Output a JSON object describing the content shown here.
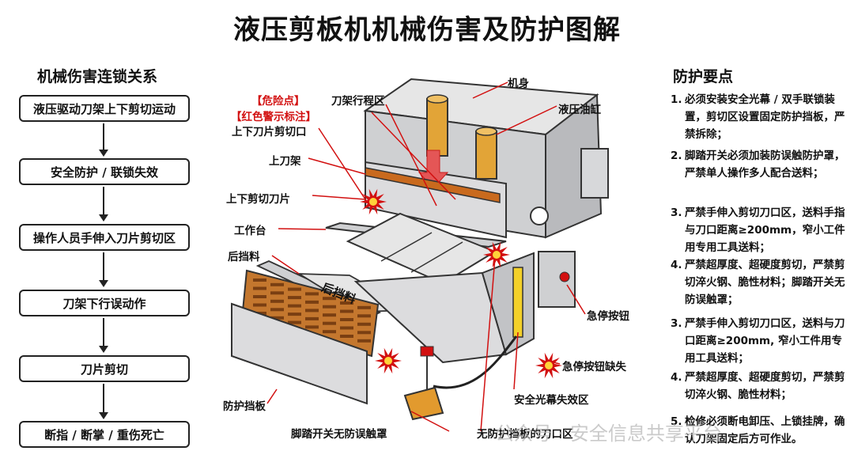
{
  "title": "液压剪板机机械伤害及防护图解",
  "left_panel": {
    "heading": "机械伤害连锁关系",
    "steps": [
      "液压驱动刀架上下剪切运动",
      "安全防护 / 联锁失效",
      "操作人员手伸入刀片剪切区",
      "刀架下行误动作",
      "刀片剪切",
      "断指 / 断掌 / 重伤死亡"
    ]
  },
  "diagram": {
    "danger_note": [
      "【危险点】",
      "【红色警示标注】",
      "上下刀片剪切口"
    ],
    "labels": {
      "blade_travel": "刀架行程区",
      "body": "机身",
      "cylinder": "液压油缸",
      "upper_holder": "上刀架",
      "blades": "上下剪切刀片",
      "table": "工作台",
      "backgauge": "后挡料",
      "backgauge_plate": "后挡料",
      "estop": "急停按钮",
      "estop_missing": "急停按钮缺失",
      "guard": "防护挡板",
      "light_curtain": "安全光幕失效区",
      "pedal": "脚踏开关无防误触罩",
      "unguarded": "无防护挡板的刀口区"
    },
    "colors": {
      "danger": "#d21010",
      "blade_bar": "#c96a1e",
      "cylinder": "#e2a437",
      "guard_grid": "#c4772e",
      "curtain": "#f3d028"
    }
  },
  "right_panel": {
    "heading": "防护要点",
    "tips": [
      {
        "n": "1.",
        "text": "必须安装安全光幕 / 双手联锁装置，剪切区设置固定防护挡板，严禁拆除；"
      },
      {
        "n": "2.",
        "text": "脚踏开关必须加装防误触防护罩，严禁单人操作多人配合送料；"
      },
      {
        "n": "3.",
        "text": "严禁手伸入剪切刀口区，送料手指与刀口距离≥200mm，窄小工件用专用工具送料；"
      },
      {
        "n": "4.",
        "text": "严禁超厚度、超硬度剪切，严禁剪切淬火钢、脆性材料；脚踏开关无防误触罩；"
      },
      {
        "n": "3.",
        "text": "严禁手伸入剪切刀口区，送料与刀口距离≥200mm, 窄小工件用专用工具送料；"
      },
      {
        "n": "4.",
        "text": "严禁超厚度、超硬度剪切，严禁剪切淬火钢、脆性材料；"
      },
      {
        "n": "5.",
        "text": "检修必须断电卸压、上锁挂牌，确认刀架固定后方可作业。"
      }
    ]
  },
  "watermark": "公众号 · 安全信息共享平台"
}
